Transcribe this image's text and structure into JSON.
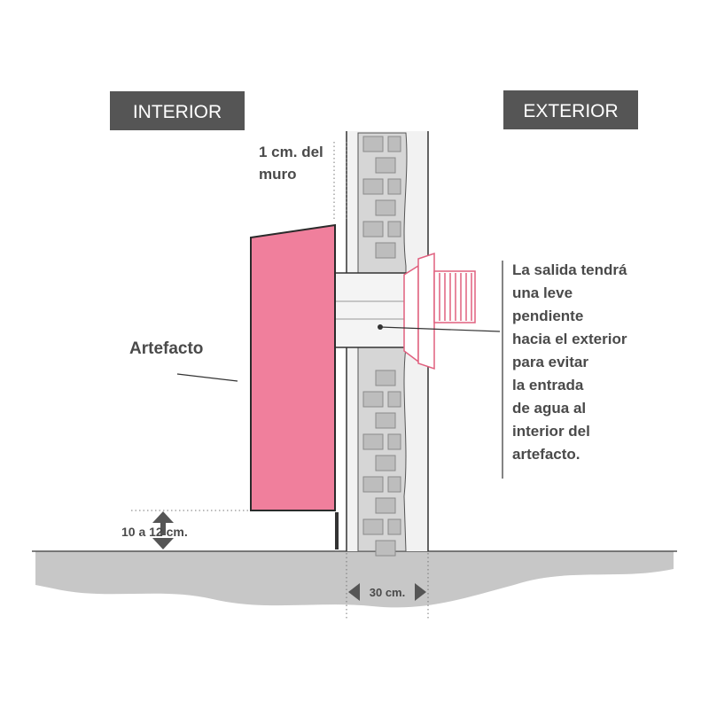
{
  "labels": {
    "interior": "INTERIOR",
    "exterior": "EXTERIOR",
    "wall_gap": [
      "1 cm. del",
      "muro"
    ],
    "artefacto": "Artefacto",
    "floor_height": "10 a 12 cm.",
    "wall_width": "30 cm.",
    "note": [
      "La salida tendrá",
      "una leve",
      "pendiente",
      "hacia el exterior",
      "para evitar",
      "la entrada",
      "de agua al",
      "interior del",
      "artefacto."
    ]
  },
  "colors": {
    "appliance_fill": "#f07f9c",
    "appliance_stroke": "#2b2b2b",
    "cap_stroke": "#e0607f",
    "label_box": "#555555",
    "brick": "#cfcfcf",
    "ground": "#c7c7c7"
  }
}
